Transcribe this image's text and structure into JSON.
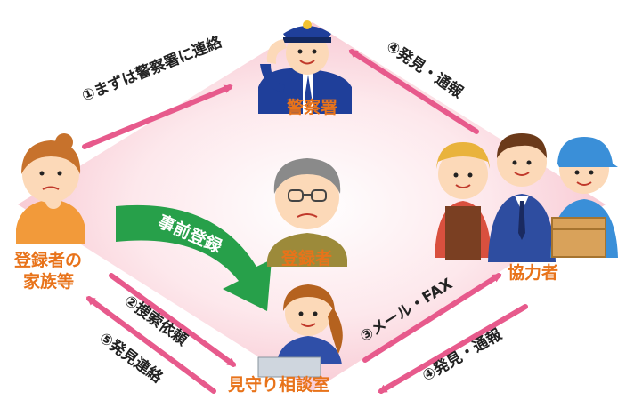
{
  "colors": {
    "node_label": "#e8731a",
    "arrow": "#e75a8c",
    "registration_arrow": "#27a04a",
    "diamond_fill": "#f9d6dc"
  },
  "nodes": {
    "police": {
      "label": "警察署"
    },
    "family": {
      "label_line1": "登録者の",
      "label_line2": "家族等"
    },
    "registrant": {
      "label": "登録者"
    },
    "cooperators": {
      "label": "協力者"
    },
    "consultation": {
      "label": "見守り相談室"
    }
  },
  "steps": {
    "s1": "①まずは警察署に連絡",
    "s2": "②捜索依頼",
    "s3": "③メール・FAX",
    "s4_top": "④発見・通報",
    "s4_bottom": "④発見・通報",
    "s5": "⑤発見連絡"
  },
  "pre_registration": {
    "label": "事前登録"
  }
}
